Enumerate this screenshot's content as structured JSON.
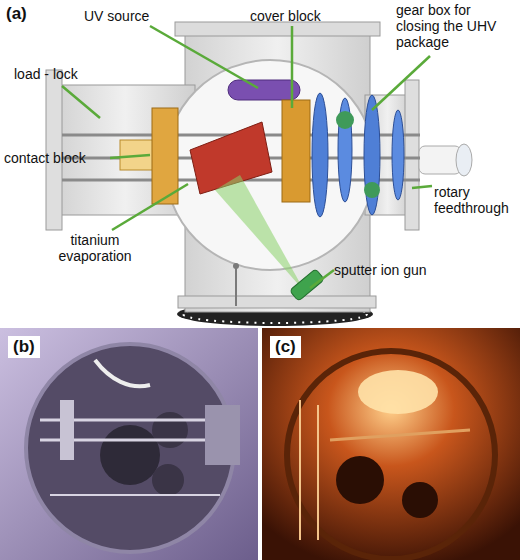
{
  "diagram": {
    "labels": [
      "(a)",
      "UV source",
      "cover block",
      "gear box for closing the UHV package",
      "load - lock",
      "contact block",
      "rotary feedthrough",
      "titanium evaporation",
      "sputter ion gun",
      "(b)",
      "(c)"
    ]
  }
}
